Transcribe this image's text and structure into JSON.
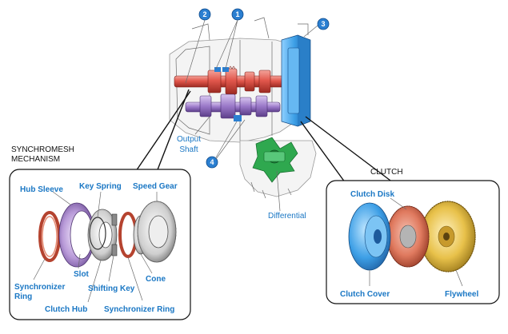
{
  "callouts": [
    "1",
    "2",
    "3",
    "4"
  ],
  "labels": {
    "output_shaft": [
      "Output",
      "Shaft"
    ],
    "differential": "Differential",
    "synchromesh_title": [
      "SYNCHROMESH",
      "MECHANISM"
    ],
    "clutch_title": "CLUTCH"
  },
  "synchromesh_parts": {
    "hub_sleeve": "Hub Sleeve",
    "key_spring": "Key Spring",
    "speed_gear": "Speed Gear",
    "slot": "Slot",
    "synchronizer_ring_left": [
      "Synchronizer",
      "Ring"
    ],
    "shifting_key": "Shifting Key",
    "cone": "Cone",
    "clutch_hub": "Clutch Hub",
    "synchronizer_ring_right": "Synchronizer Ring"
  },
  "clutch_parts": {
    "clutch_disk": "Clutch Disk",
    "clutch_cover": "Clutch Cover",
    "flywheel": "Flywheel"
  },
  "colors": {
    "label_blue": "#1a77c4",
    "callout_blue": "#2b7fd1",
    "clutch_cover": "#3d9fe6",
    "clutch_disk": "#e07a5f",
    "flywheel": "#e8c14a",
    "shaft_red": "#e2574c",
    "shaft_purple": "#9a78c8",
    "differential_green": "#2fa84f"
  }
}
